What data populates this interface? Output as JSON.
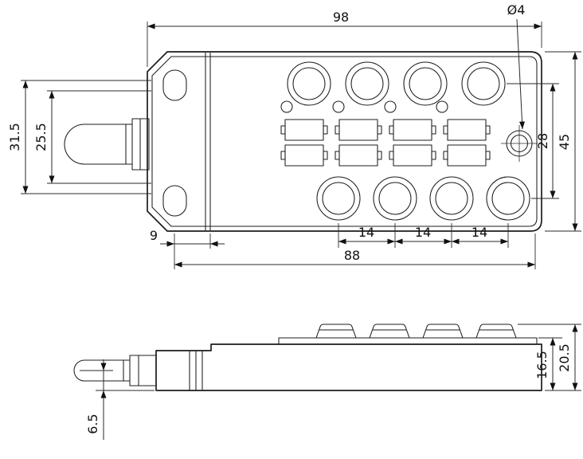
{
  "drawing": {
    "dimensions": {
      "overall_width": "98",
      "hole_diameter": "Ø4",
      "left_outer": "31.5",
      "left_inner": "25.5",
      "port_row_spacing": "28",
      "overall_height": "45",
      "slot_to_body": "9",
      "pitch_a": "14",
      "pitch_b": "14",
      "pitch_c": "14",
      "mounting_span": "88",
      "side_body_height": "16.5",
      "side_total_height": "20.5",
      "cable_axis_offset": "6.5"
    },
    "colors": {
      "line": "#1c1c1c",
      "background": "#ffffff"
    }
  }
}
